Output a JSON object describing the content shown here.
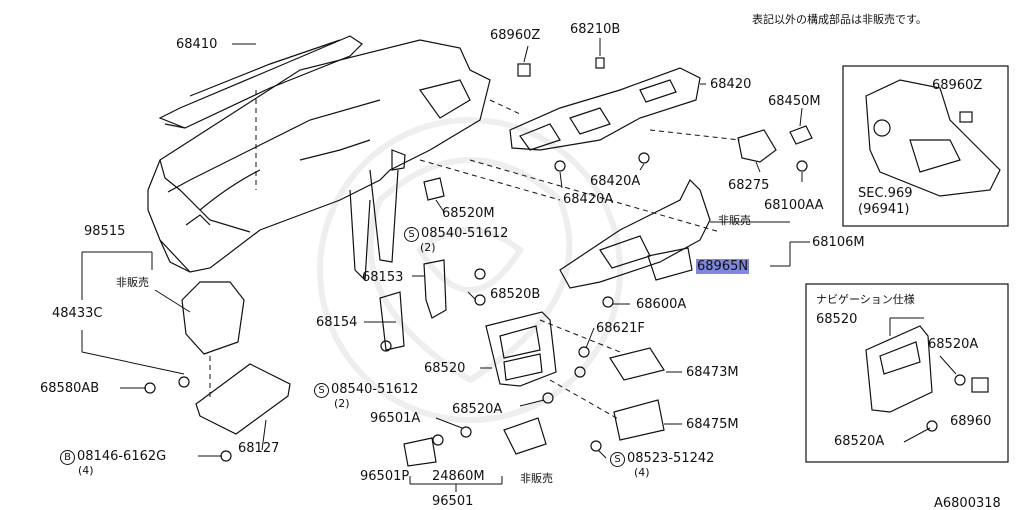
{
  "note": "表記以外の構成部品は非販売です。",
  "diagram_id": "A6800318",
  "parts": {
    "p68410": "68410",
    "p68960z_top": "68960Z",
    "p68210b": "68210B",
    "p68420": "68420",
    "p68450m": "68450M",
    "p68420a_1": "68420A",
    "p68420a_2": "68420A",
    "p68275": "68275",
    "p68100aa": "68100AA",
    "p68520m": "68520M",
    "p98515": "98515",
    "hanbai_1": "非販売",
    "p08540_1": "08540-51612",
    "p08540_1_qty": "(2)",
    "p68106m": "68106M",
    "hanbai_2": "非販売",
    "p68965n": "68965N",
    "p68153": "68153",
    "p48433c": "48433C",
    "p68520b": "68520B",
    "p68600a": "68600A",
    "p68154": "68154",
    "p68621f": "68621F",
    "p68520": "68520",
    "p68473m": "68473M",
    "p68580ab": "68580AB",
    "p08540_2": "08540-51612",
    "p08540_2_qty": "(2)",
    "p68520a": "68520A",
    "p96501a": "96501A",
    "p68475m": "68475M",
    "p68127": "68127",
    "p08146": "08146-6162G",
    "p08146_qty": "(4)",
    "p08523": "08523-51242",
    "p08523_qty": "(4)",
    "p96501p": "96501P",
    "p24860m": "24860M",
    "hanbai_3": "非販売",
    "p96501": "96501"
  },
  "sec_box": {
    "p68960z": "68960Z",
    "sec_ref": "SEC.969",
    "sec_sub": "(96941)"
  },
  "navi_box": {
    "title": "ナビゲーション仕様",
    "p68520": "68520",
    "p68520a_1": "68520A",
    "p68960": "68960",
    "p68520a_2": "68520A"
  },
  "symbols": {
    "s": "S",
    "b": "B"
  }
}
